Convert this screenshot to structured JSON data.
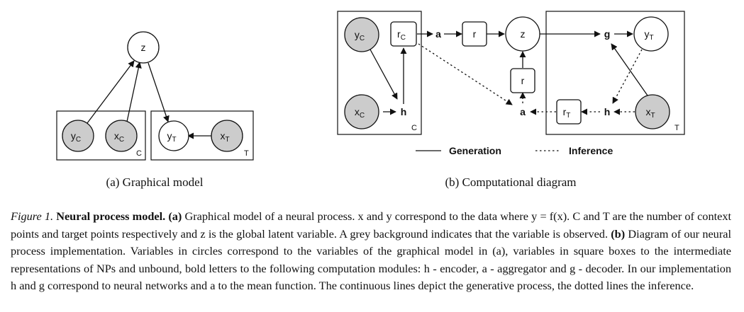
{
  "panel_a": {
    "subcaption": "(a) Graphical model",
    "nodes": {
      "z": "z",
      "yc": {
        "base": "y",
        "sub": "C"
      },
      "xc": {
        "base": "x",
        "sub": "C"
      },
      "yt": {
        "base": "y",
        "sub": "T"
      },
      "xt": {
        "base": "x",
        "sub": "T"
      }
    },
    "plate_c": "C",
    "plate_t": "T"
  },
  "panel_b": {
    "subcaption": "(b) Computational diagram",
    "nodes": {
      "yc": {
        "base": "y",
        "sub": "C"
      },
      "xc": {
        "base": "x",
        "sub": "C"
      },
      "rc": {
        "base": "r",
        "sub": "C"
      },
      "h_c": "h",
      "a_top": "a",
      "r_top": "r",
      "z": "z",
      "r_mid": "r",
      "a_bot": "a",
      "rt": {
        "base": "r",
        "sub": "T"
      },
      "h_t": "h",
      "g": "g",
      "yt": {
        "base": "y",
        "sub": "T"
      },
      "xt": {
        "base": "x",
        "sub": "T"
      }
    },
    "plate_c": "C",
    "plate_t": "T",
    "legend": {
      "generation": "Generation",
      "inference": "Inference"
    }
  },
  "caption": {
    "fig_label": "Figure 1.",
    "title": "Neural process model.",
    "a_marker": "(a)",
    "part1": "Graphical model of a neural process. x and y correspond to the data where y = f(x). C and T are the number of context points and target points respectively and z is the global latent variable. A grey background indicates that the variable is observed.",
    "b_marker": "(b)",
    "part2": "Diagram of our neural process implementation. Variables in circles correspond to the variables of the graphical model in (a), variables in square boxes to the intermediate representations of NPs and unbound, bold letters to the following computation modules: h - encoder, a - aggregator and g - decoder. In our implementation h and g correspond to neural networks and a to the mean function. The continuous lines depict the generative process, the dotted lines the inference."
  },
  "colors": {
    "observed_fill": "#cccccc",
    "line": "#111111"
  }
}
